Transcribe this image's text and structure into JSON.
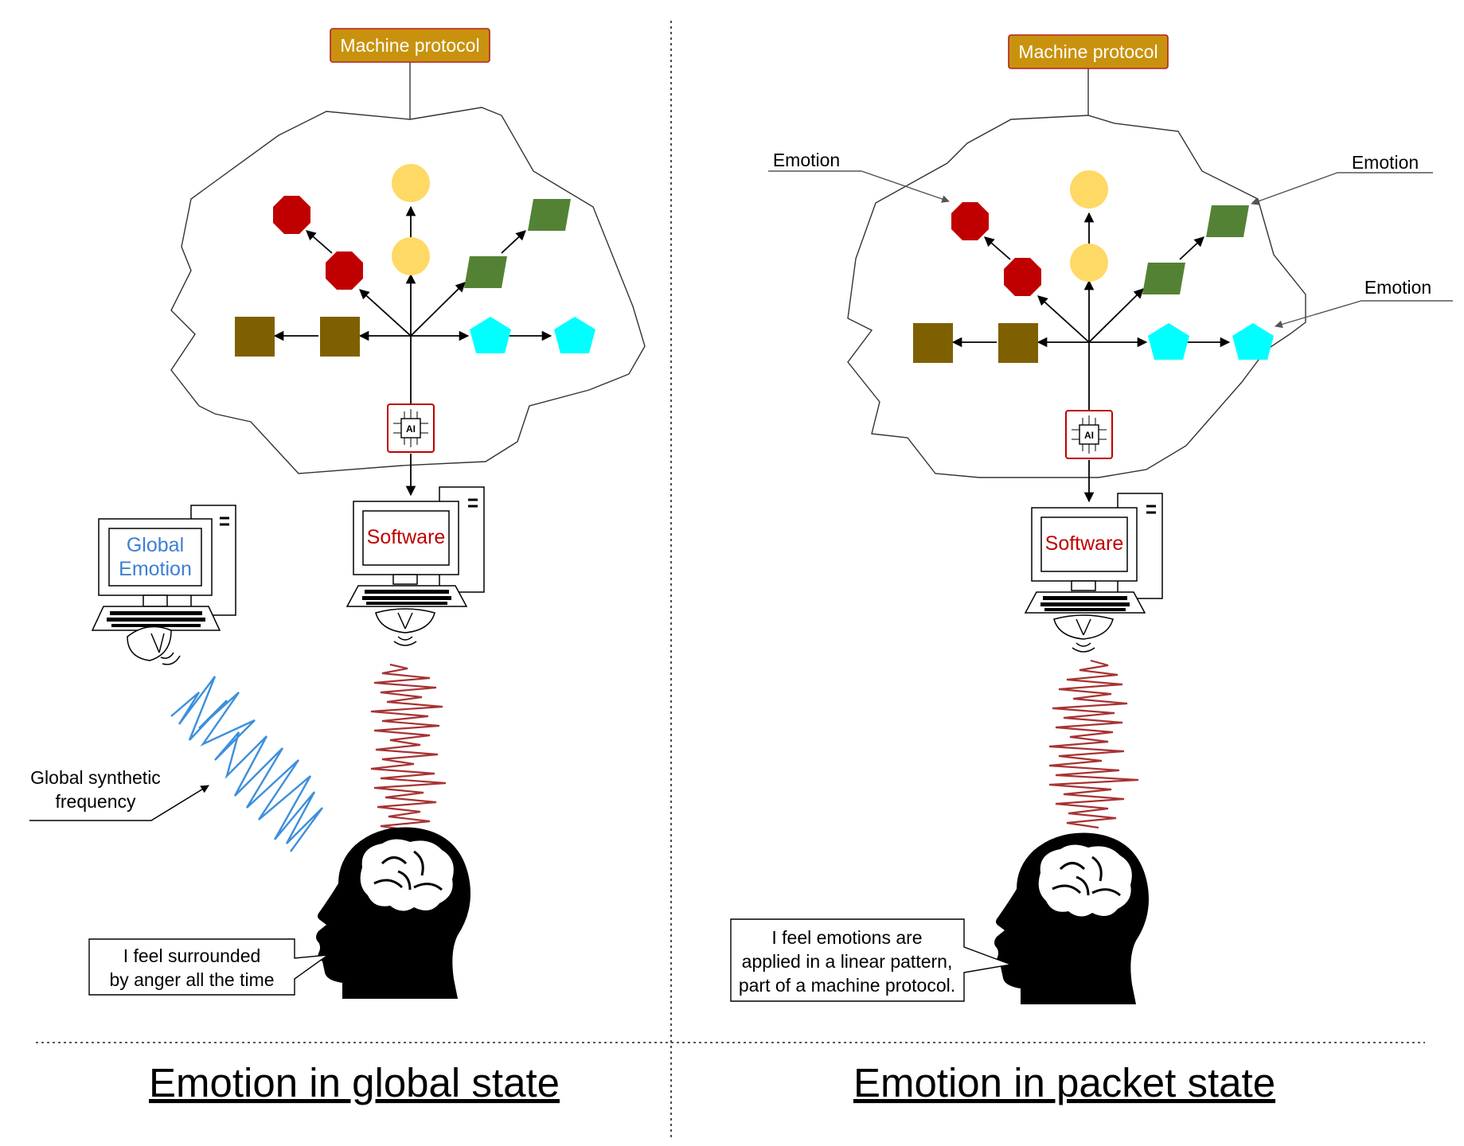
{
  "panels": [
    {
      "id": "global",
      "machine_protocol": "Machine protocol",
      "software": "Software",
      "ai_chip": "AI",
      "global_screen": [
        "Global",
        "Emotion"
      ],
      "frequency_label": [
        "Global synthetic",
        "frequency"
      ],
      "speech": [
        "I feel surrounded",
        "by anger all the time"
      ],
      "caption": "Emotion in global state"
    },
    {
      "id": "packet",
      "machine_protocol": "Machine protocol",
      "software": "Software",
      "ai_chip": "AI",
      "emotion_labels": [
        "Emotion",
        "Emotion",
        "Emotion"
      ],
      "speech": [
        "I feel emotions are",
        "applied in a linear pattern,",
        "part of a machine protocol."
      ],
      "caption": "Emotion in packet state"
    }
  ],
  "colors": {
    "protocol_box": "#c9920e",
    "octagon": "#c00000",
    "circle": "#ffd966",
    "parallelogram": "#548235",
    "square": "#7f6000",
    "pentagon": "#00ffff",
    "software_text": "#c00000",
    "global_text": "#3d7fd6",
    "wave_red": "#a83232",
    "wave_blue": "#3d8fdc"
  }
}
